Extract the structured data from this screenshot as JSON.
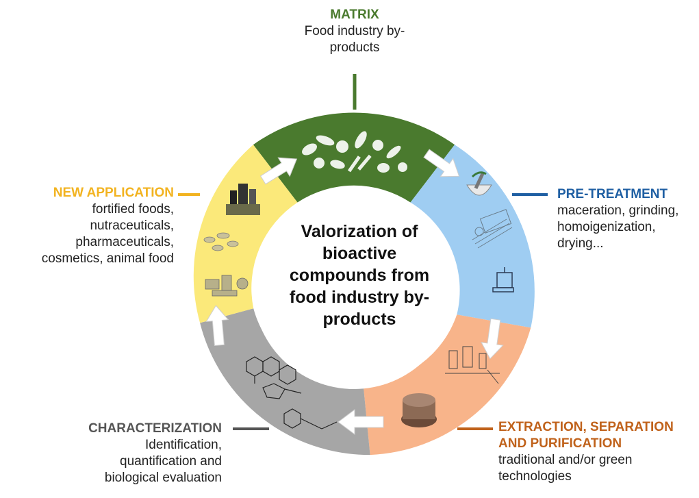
{
  "center": {
    "lines": [
      "Valorization of",
      "bioactive",
      "compounds from",
      "food industry by-",
      "products"
    ]
  },
  "stages": {
    "matrix": {
      "title": "MATRIX",
      "lines": [
        "Food industry by-",
        "products"
      ],
      "color": "#4a7a2e",
      "icon": "fruits-vegetables-icon"
    },
    "pretreatment": {
      "title": "PRE-TREATMENT",
      "lines": [
        "maceration, grinding,",
        "homoigenization,",
        "drying..."
      ],
      "color": "#1f5fa3",
      "fill": "#9fcdf2",
      "icons": [
        "mortar-pestle-icon",
        "grinder-icon",
        "dryer-icon"
      ]
    },
    "extraction": {
      "title": "EXTRACTION, SEPARATION",
      "title2": "AND PURIFICATION",
      "lines": [
        "traditional and/or green",
        "technologies"
      ],
      "color": "#c0621b",
      "fill": "#f8b48a",
      "icons": [
        "extraction-apparatus-icon",
        "extractor-vessel-icon"
      ]
    },
    "characterization": {
      "title": "CHARACTERIZATION",
      "lines": [
        "Identification,",
        "quantification and",
        "biological evaluation"
      ],
      "color": "#555555",
      "fill": "#a6a6a6",
      "icon": "molecule-structure-icon"
    },
    "application": {
      "title": "NEW APPLICATION",
      "lines": [
        "fortified foods,",
        "nutraceuticals,",
        "pharmaceuticals,",
        "cosmetics, animal food"
      ],
      "color": "#f2b320",
      "fill": "#fbe97a",
      "icons": [
        "food-products-icon",
        "pills-icon",
        "cosmetics-icon"
      ]
    }
  }
}
